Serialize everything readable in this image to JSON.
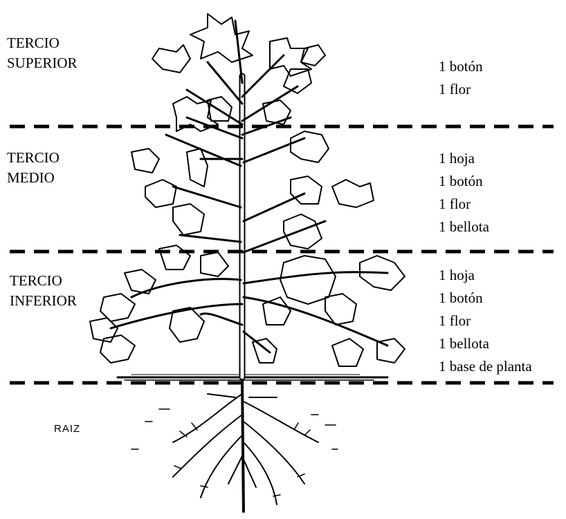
{
  "zones": [
    {
      "name": [
        "TERCIO",
        "SUPERIOR"
      ],
      "items": [
        "1 botón",
        "1 flor"
      ]
    },
    {
      "name": [
        "TERCIO",
        "MEDIO"
      ],
      "items": [
        "1 hoja",
        "1 botón",
        "1 flor",
        "1 bellota"
      ]
    },
    {
      "name": [
        "TERCIO",
        "INFERIOR"
      ],
      "items": [
        "1 hoja",
        "1 botón",
        "1 flor",
        "1 bellota",
        "1 base de planta"
      ]
    }
  ],
  "root_label": "RAIZ",
  "colors": {
    "ink": "#000000",
    "background": "#ffffff"
  }
}
